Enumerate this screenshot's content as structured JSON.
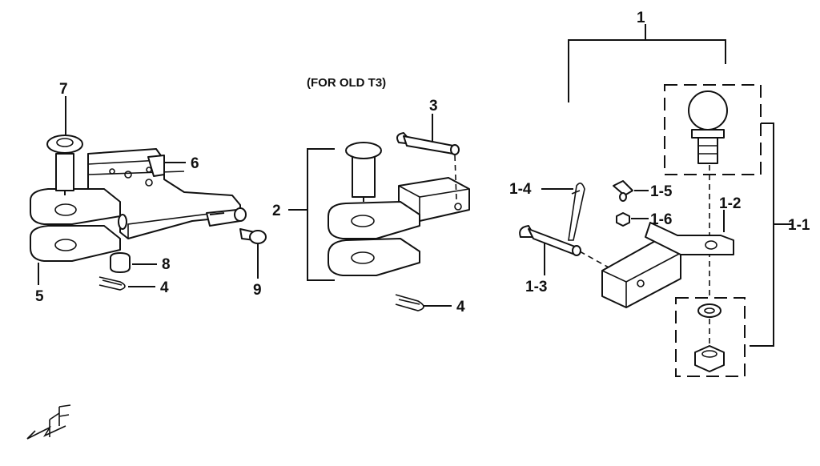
{
  "header": {
    "note": "(FOR OLD T3)"
  },
  "labels": {
    "l7": "7",
    "l6": "6",
    "l5": "5",
    "l8": "8",
    "l4a": "4",
    "l9": "9",
    "l2": "2",
    "l3": "3",
    "l4b": "4",
    "l1": "1",
    "l1_1": "1-1",
    "l1_2": "1-2",
    "l1_3": "1-3",
    "l1_4": "1-4",
    "l1_5": "1-5",
    "l1_6": "1-6"
  },
  "icons": {
    "front_marker": "front-direction-icon"
  }
}
